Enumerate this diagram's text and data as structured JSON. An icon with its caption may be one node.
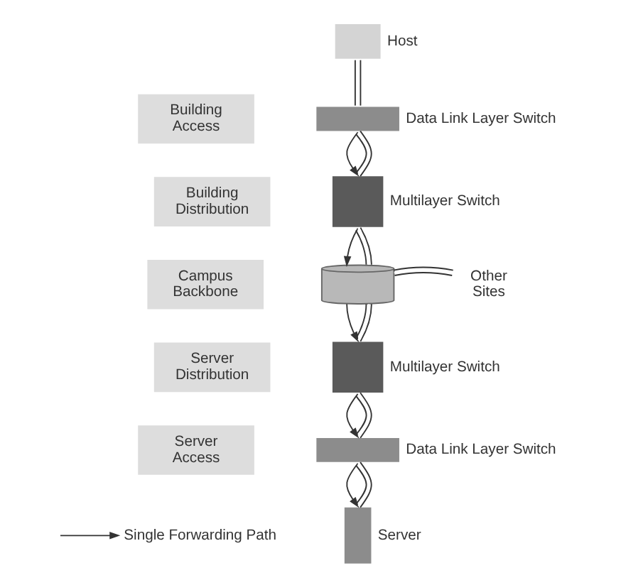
{
  "diagram": {
    "nodes": [
      {
        "text": [
          "Host"
        ]
      },
      {
        "text": [
          "Data Link Layer Switch"
        ]
      },
      {
        "text": [
          "Multilayer Switch"
        ]
      },
      {
        "text": [],
        "shape": "cylinder"
      },
      {
        "text": [
          "Other Sites"
        ]
      },
      {
        "text": [
          "Multilayer Switch"
        ]
      },
      {
        "text": [
          "Data Link Layer Switch"
        ]
      },
      {
        "text": [
          "Server"
        ]
      },
      {
        "text": [
          "Building Access"
        ]
      },
      {
        "text": [
          "Building Distribution"
        ]
      },
      {
        "text": [
          "Campus Backbone"
        ]
      },
      {
        "text": [
          "Server Distribution"
        ]
      },
      {
        "text": [
          "Server Access"
        ]
      }
    ],
    "edges": [
      {
        "from": 0,
        "to": 1,
        "arrow": "none"
      },
      {
        "from": 1,
        "to": 2,
        "arrow": "to"
      },
      {
        "from": 1,
        "to": 2,
        "arrow": "none"
      },
      {
        "from": 2,
        "to": 3,
        "arrow": "to"
      },
      {
        "from": 2,
        "to": 3,
        "arrow": "none"
      },
      {
        "from": 3,
        "to": 4,
        "arrow": "none"
      },
      {
        "from": 3,
        "to": 5,
        "arrow": "to"
      },
      {
        "from": 3,
        "to": 5,
        "arrow": "none"
      },
      {
        "from": 5,
        "to": 6,
        "arrow": "to"
      },
      {
        "from": 5,
        "to": 6,
        "arrow": "none"
      },
      {
        "from": 6,
        "to": 7,
        "arrow": "to"
      },
      {
        "from": 6,
        "to": 7,
        "arrow": "none"
      }
    ],
    "legend": [
      {
        "text": "Single Forwarding Path"
      }
    ]
  }
}
